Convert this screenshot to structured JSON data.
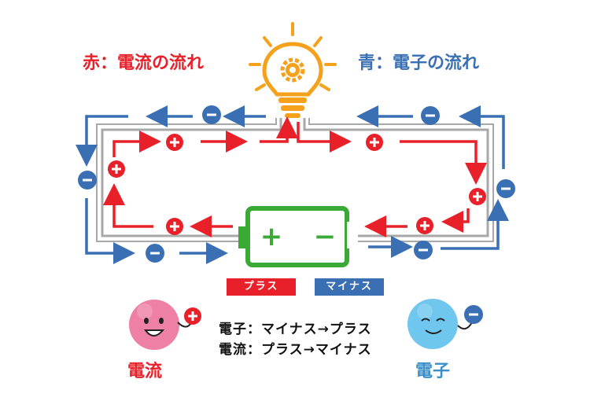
{
  "titles": {
    "current": "赤：電流の流れ",
    "electron": "青：電子の流れ"
  },
  "battery": {
    "plus_symbol": "+",
    "minus_symbol": "−",
    "plus_label": "プラス",
    "minus_label": "マイナス"
  },
  "explanation": {
    "electron_line": "電子：マイナス→プラス",
    "current_line": "電流：プラス→マイナス"
  },
  "characters": {
    "current_name": "電流",
    "electron_name": "電子"
  },
  "colors": {
    "current": "#e8202a",
    "electron": "#3a6fb3",
    "wire": "#a0a0a0",
    "battery": "#3aa935",
    "bulb": "#f5a11c"
  }
}
